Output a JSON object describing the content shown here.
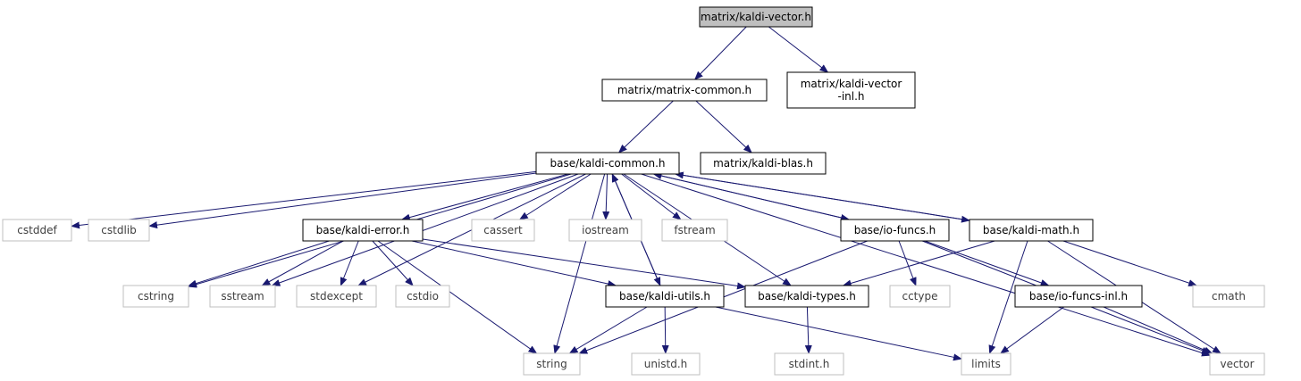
{
  "nodes": [
    {
      "id": "root",
      "label": "matrix/kaldi-vector.h",
      "kind": "root"
    },
    {
      "id": "mc",
      "label": "matrix/matrix-common.h",
      "kind": "internal"
    },
    {
      "id": "kvi",
      "lines": [
        "matrix/kaldi-vector",
        "-inl.h"
      ],
      "kind": "internal"
    },
    {
      "id": "kc",
      "label": "base/kaldi-common.h",
      "kind": "internal"
    },
    {
      "id": "kb",
      "label": "matrix/kaldi-blas.h",
      "kind": "internal"
    },
    {
      "id": "cstddef",
      "label": "cstddef",
      "kind": "external"
    },
    {
      "id": "cstdlib",
      "label": "cstdlib",
      "kind": "external"
    },
    {
      "id": "ke",
      "label": "base/kaldi-error.h",
      "kind": "internal"
    },
    {
      "id": "cassert",
      "label": "cassert",
      "kind": "external"
    },
    {
      "id": "iostream",
      "label": "iostream",
      "kind": "external"
    },
    {
      "id": "fstream",
      "label": "fstream",
      "kind": "external"
    },
    {
      "id": "iof",
      "label": "base/io-funcs.h",
      "kind": "internal"
    },
    {
      "id": "km",
      "label": "base/kaldi-math.h",
      "kind": "internal"
    },
    {
      "id": "cstring",
      "label": "cstring",
      "kind": "external"
    },
    {
      "id": "sstream",
      "label": "sstream",
      "kind": "external"
    },
    {
      "id": "stdexcept",
      "label": "stdexcept",
      "kind": "external"
    },
    {
      "id": "cstdio",
      "label": "cstdio",
      "kind": "external"
    },
    {
      "id": "ku",
      "label": "base/kaldi-utils.h",
      "kind": "internal"
    },
    {
      "id": "kt",
      "label": "base/kaldi-types.h",
      "kind": "internal"
    },
    {
      "id": "cctype",
      "label": "cctype",
      "kind": "external"
    },
    {
      "id": "iofi",
      "label": "base/io-funcs-inl.h",
      "kind": "internal"
    },
    {
      "id": "cmath",
      "label": "cmath",
      "kind": "external"
    },
    {
      "id": "string",
      "label": "string",
      "kind": "external"
    },
    {
      "id": "unistd",
      "label": "unistd.h",
      "kind": "external"
    },
    {
      "id": "stdint",
      "label": "stdint.h",
      "kind": "external"
    },
    {
      "id": "limits",
      "label": "limits",
      "kind": "external"
    },
    {
      "id": "vector",
      "label": "vector",
      "kind": "external"
    }
  ],
  "edges": [
    [
      "root",
      "mc"
    ],
    [
      "root",
      "kvi"
    ],
    [
      "mc",
      "kc"
    ],
    [
      "mc",
      "kb"
    ],
    [
      "kc",
      "cstddef"
    ],
    [
      "kc",
      "cstdlib"
    ],
    [
      "kc",
      "ke"
    ],
    [
      "kc",
      "cassert"
    ],
    [
      "kc",
      "iostream"
    ],
    [
      "kc",
      "fstream"
    ],
    [
      "kc",
      "iof"
    ],
    [
      "kc",
      "km"
    ],
    [
      "kc",
      "cstring"
    ],
    [
      "kc",
      "sstream"
    ],
    [
      "kc",
      "stdexcept"
    ],
    [
      "kc",
      "string"
    ],
    [
      "kc",
      "ku"
    ],
    [
      "kc",
      "kt"
    ],
    [
      "kc",
      "vector"
    ],
    [
      "ke",
      "cstring"
    ],
    [
      "ke",
      "sstream"
    ],
    [
      "ke",
      "stdexcept"
    ],
    [
      "ke",
      "cstdio"
    ],
    [
      "ke",
      "ku"
    ],
    [
      "ke",
      "kt"
    ],
    [
      "ke",
      "string"
    ],
    [
      "iof",
      "kc"
    ],
    [
      "iof",
      "string"
    ],
    [
      "iof",
      "cctype"
    ],
    [
      "iof",
      "iofi"
    ],
    [
      "iof",
      "vector"
    ],
    [
      "km",
      "kc"
    ],
    [
      "km",
      "kt"
    ],
    [
      "km",
      "cmath"
    ],
    [
      "km",
      "limits"
    ],
    [
      "km",
      "vector"
    ],
    [
      "ku",
      "kc"
    ],
    [
      "ku",
      "string"
    ],
    [
      "ku",
      "unistd"
    ],
    [
      "ku",
      "limits"
    ],
    [
      "kt",
      "stdint"
    ],
    [
      "iofi",
      "limits"
    ],
    [
      "iofi",
      "vector"
    ]
  ],
  "colors": {
    "edge": "#191970",
    "internal_border": "#000000",
    "external_border": "#bfbfbf",
    "root_fill": "#bfbfbf",
    "node_fill": "#ffffff",
    "external_text": "#404040"
  }
}
